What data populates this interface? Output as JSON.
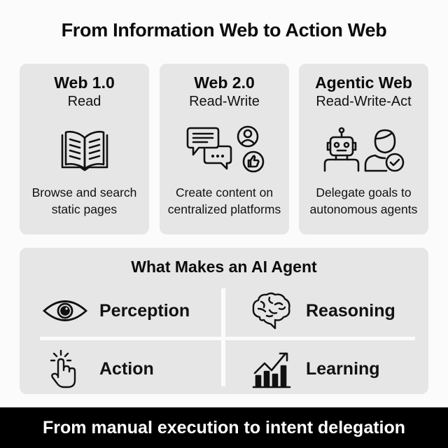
{
  "title": "From Information Web to Action Web",
  "cards": [
    {
      "title": "Web 1.0",
      "subtitle": "Read",
      "icon": "open-book-icon",
      "desc_line1": "Browse and search",
      "desc_line2": "static pages"
    },
    {
      "title": "Web 2.0",
      "subtitle": "Read-Write",
      "icon": "chat-user-like-icon",
      "desc_line1": "Create content on",
      "desc_line2": "centralized platforms"
    },
    {
      "title": "Agentic Web",
      "subtitle": "Read-Write-Act",
      "icon": "robot-user-check-icon",
      "desc_line1": "Delegate goals to",
      "desc_line2": "autonomous agents"
    }
  ],
  "panel": {
    "title": "What Makes an AI Agent",
    "features": [
      {
        "label": "Perception",
        "icon": "eye-icon"
      },
      {
        "label": "Reasoning",
        "icon": "brain-icon"
      },
      {
        "label": "Action",
        "icon": "pointer-hand-icon"
      },
      {
        "label": "Learning",
        "icon": "growth-chart-icon"
      }
    ]
  },
  "footer": "From manual execution to intent delegation",
  "colors": {
    "background": "#fbfbfb",
    "card": "#e6e6e6",
    "text": "#111111",
    "footer_bg": "#000000",
    "footer_text": "#ffffff"
  }
}
